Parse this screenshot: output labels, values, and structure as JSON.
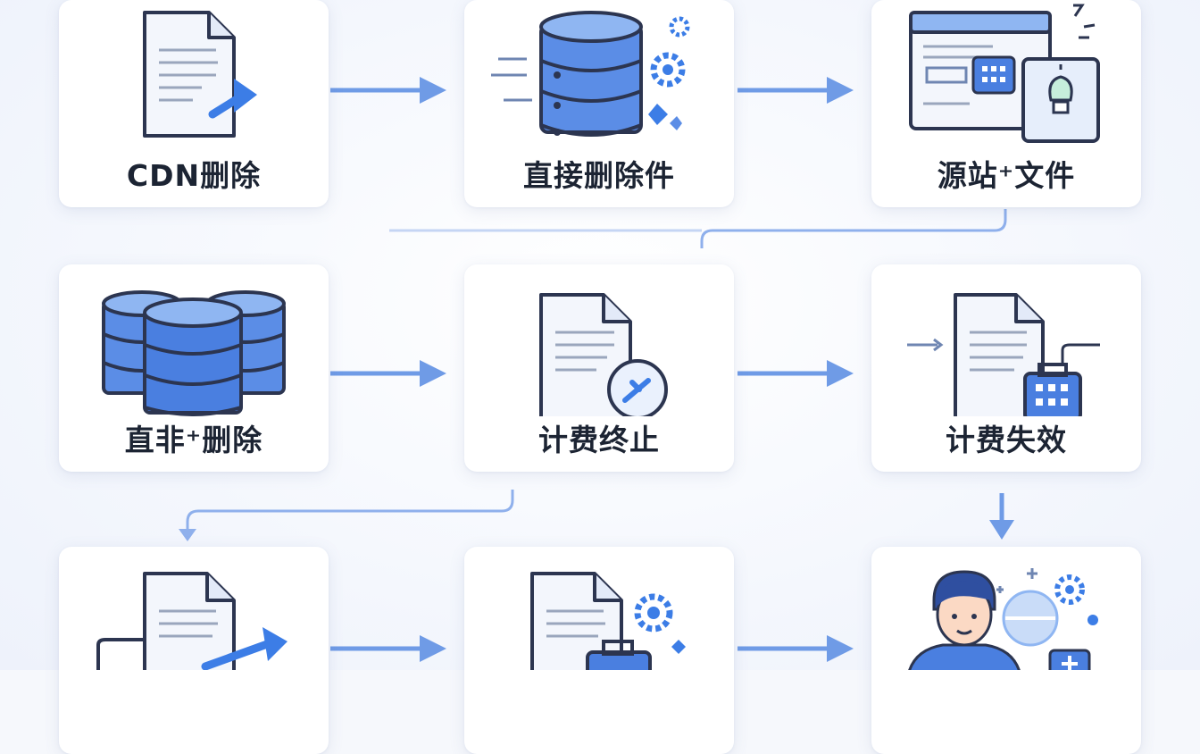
{
  "steps": [
    {
      "label": "CDN删除",
      "icon": "document-arrow-icon"
    },
    {
      "label": "直接删除件",
      "icon": "database-gear-icon"
    },
    {
      "label": "源站⁺文件",
      "icon": "browser-window-icon"
    },
    {
      "label": "直非⁺删除",
      "icon": "database-stack-icon"
    },
    {
      "label": "计费终止",
      "icon": "document-check-icon"
    },
    {
      "label": "计费失效",
      "icon": "document-briefcase-icon"
    },
    {
      "label": "",
      "icon": "document-arrow-up-icon"
    },
    {
      "label": "",
      "icon": "document-briefcase-gear-icon"
    },
    {
      "label": "",
      "icon": "user-support-icon"
    }
  ],
  "colors": {
    "accent": "#4a7fe0",
    "accent_light": "#8fb4f0",
    "icon_stroke": "#2c3550",
    "card_bg": "#ffffff",
    "label": "#1c2433"
  }
}
